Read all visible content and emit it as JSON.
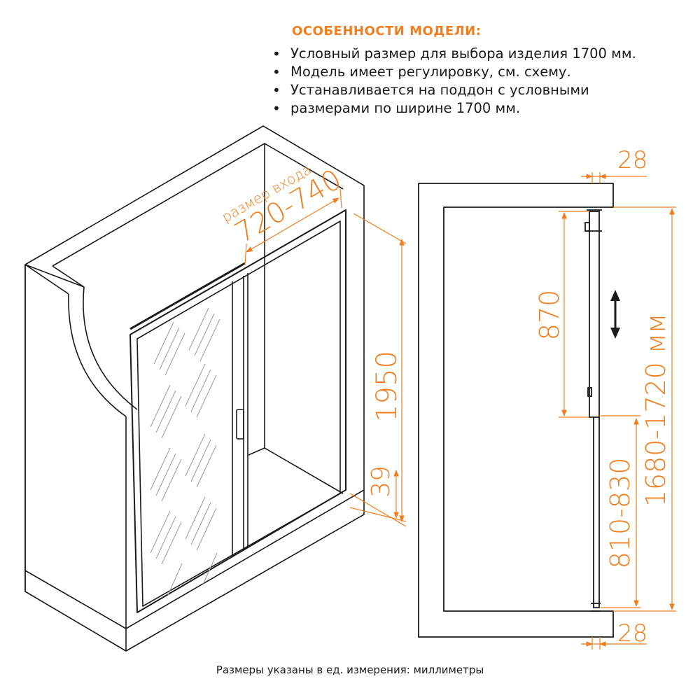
{
  "features": {
    "title": "ОСОБЕННОСТИ МОДЕЛИ:",
    "items": [
      "Условный размер для выбора изделия 1700 мм.",
      "Модель имеет регулировку, см. схему.",
      "Устанавливается на поддон с условными",
      "размерами по ширине 1700 мм."
    ]
  },
  "iso_view": {
    "entry_label": "размер входа",
    "entry_range": "720-740",
    "height": "1950",
    "base_height": "39"
  },
  "plan_view": {
    "wall_top": "28",
    "wall_bottom": "28",
    "adjust": "870",
    "fixed": "810-830",
    "total": "1680-1720 мм"
  },
  "footnote": "Размеры указаны в ед. измерения: миллиметры",
  "colors": {
    "accent": "#f07e1e",
    "line": "#1a1a1a"
  }
}
